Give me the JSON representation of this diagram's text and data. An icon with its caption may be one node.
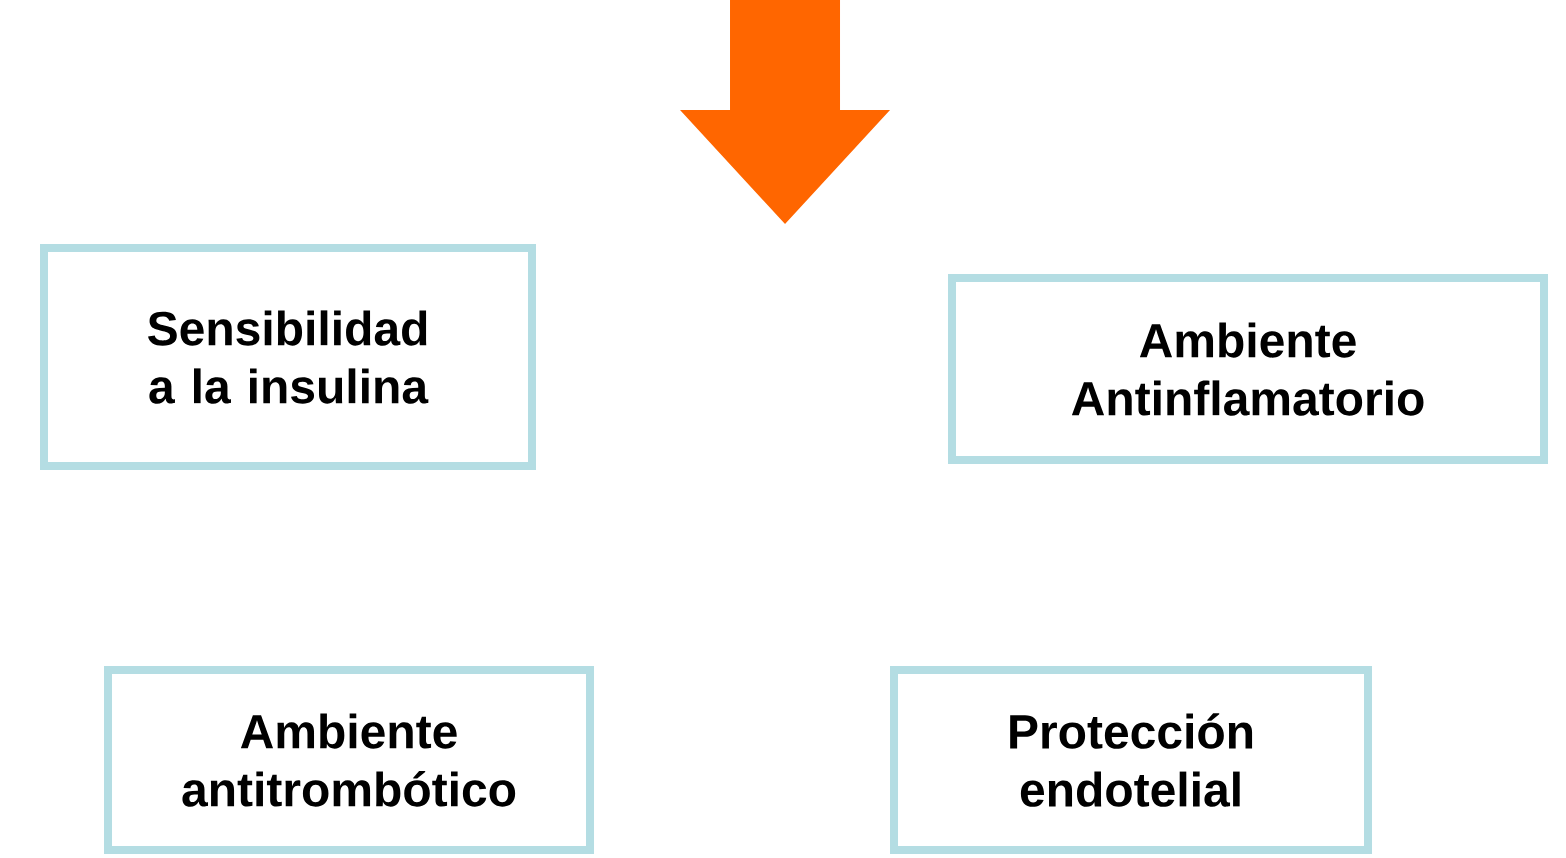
{
  "diagram": {
    "nodes": [
      {
        "text": [
          "Sensibilidad a la insulina"
        ]
      },
      {
        "text": [
          "Ambiente Antinflamatorio"
        ]
      },
      {
        "text": [
          "Ambiente antitrombótico"
        ]
      },
      {
        "text": [
          "Protección endotelial"
        ]
      }
    ]
  }
}
